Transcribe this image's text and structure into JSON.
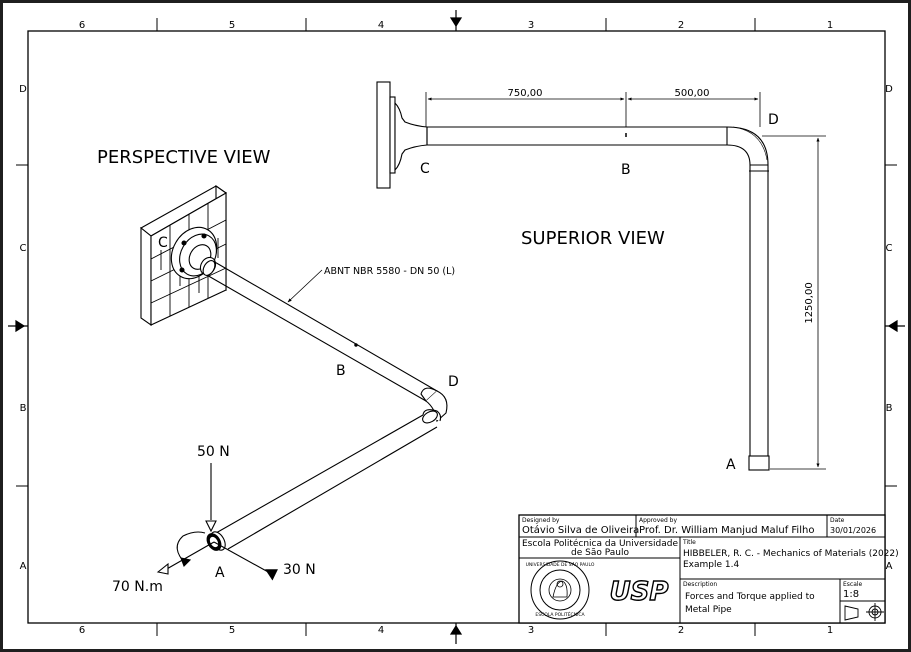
{
  "frame": {
    "col_labels": [
      "6",
      "5",
      "4",
      "3",
      "2",
      "1"
    ],
    "row_labels": [
      "D",
      "C",
      "B",
      "A"
    ]
  },
  "views": {
    "perspective_title": "PERSPECTIVE VIEW",
    "superior_title": "SUPERIOR VIEW"
  },
  "perspective": {
    "pipe_note": "ABNT NBR 5580 - DN 50 (L)",
    "label_c": "C",
    "label_b": "B",
    "label_d": "D",
    "label_a": "A",
    "force_vertical": "50 N",
    "force_horizontal": "30 N",
    "torque": "70 N.m"
  },
  "superior": {
    "dim_cb": "750,00",
    "dim_bd": "500,00",
    "dim_da": "1250,00",
    "label_c": "C",
    "label_b": "B",
    "label_d": "D",
    "label_a": "A"
  },
  "title_block": {
    "designed_by_caption": "Designed by",
    "designed_by": "Otávio Silva de Oliveira",
    "approved_by_caption": "Approved by",
    "approved_by": "Prof. Dr. William Manjud Maluf Filho",
    "date_caption": "Date",
    "date": "30/01/2026",
    "school_line1": "Escola Politécnica da Universidade",
    "school_line2": "de São Paulo",
    "title_caption": "Title",
    "title_line1": "HIBBELER, R. C. - Mechanics of Materials (2022)",
    "title_line2": "Example 1.4",
    "seal_text_top": "UNIVERSIDADE DE SÃO PAULO",
    "seal_text_bottom": "ESCOLA POLITÉCNICA",
    "logo_text": "USP",
    "description_caption": "Description",
    "description_line1": "Forces and Torque applied to",
    "description_line2": "Metal Pipe",
    "scale_caption": "Escale",
    "scale": "1:8"
  }
}
